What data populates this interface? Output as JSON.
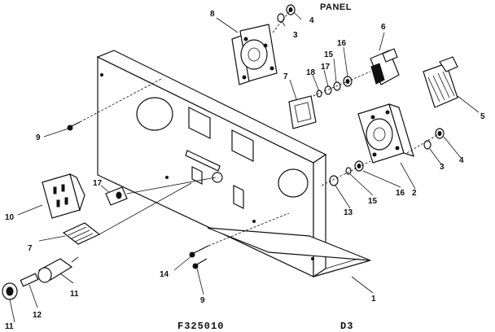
{
  "header": {
    "title": "PANEL"
  },
  "footer": {
    "figure_code": "F325010",
    "sheet": "D3"
  },
  "callouts": {
    "panel": "1",
    "receptacle_right": "2",
    "washer_a": "3",
    "nut_a": "4",
    "transformer": "5",
    "switch": "6",
    "plate_top": "7",
    "plate_bottom": "7",
    "receptacle_top": "8",
    "screw_left": "9",
    "screw_bottom": "9",
    "duplex_receptacle": "10",
    "fuse_holder": "11",
    "fuse_cap": "11",
    "fuse": "12",
    "washer_b": "13",
    "screw_14": "14",
    "lockwasher": "15",
    "lockwasher_top": "15",
    "nut_b": "16",
    "nut_top": "16",
    "bushing_top": "17",
    "bushing_left": "17",
    "washer_top": "18",
    "washer_a2": "3",
    "nut_a2": "4"
  }
}
